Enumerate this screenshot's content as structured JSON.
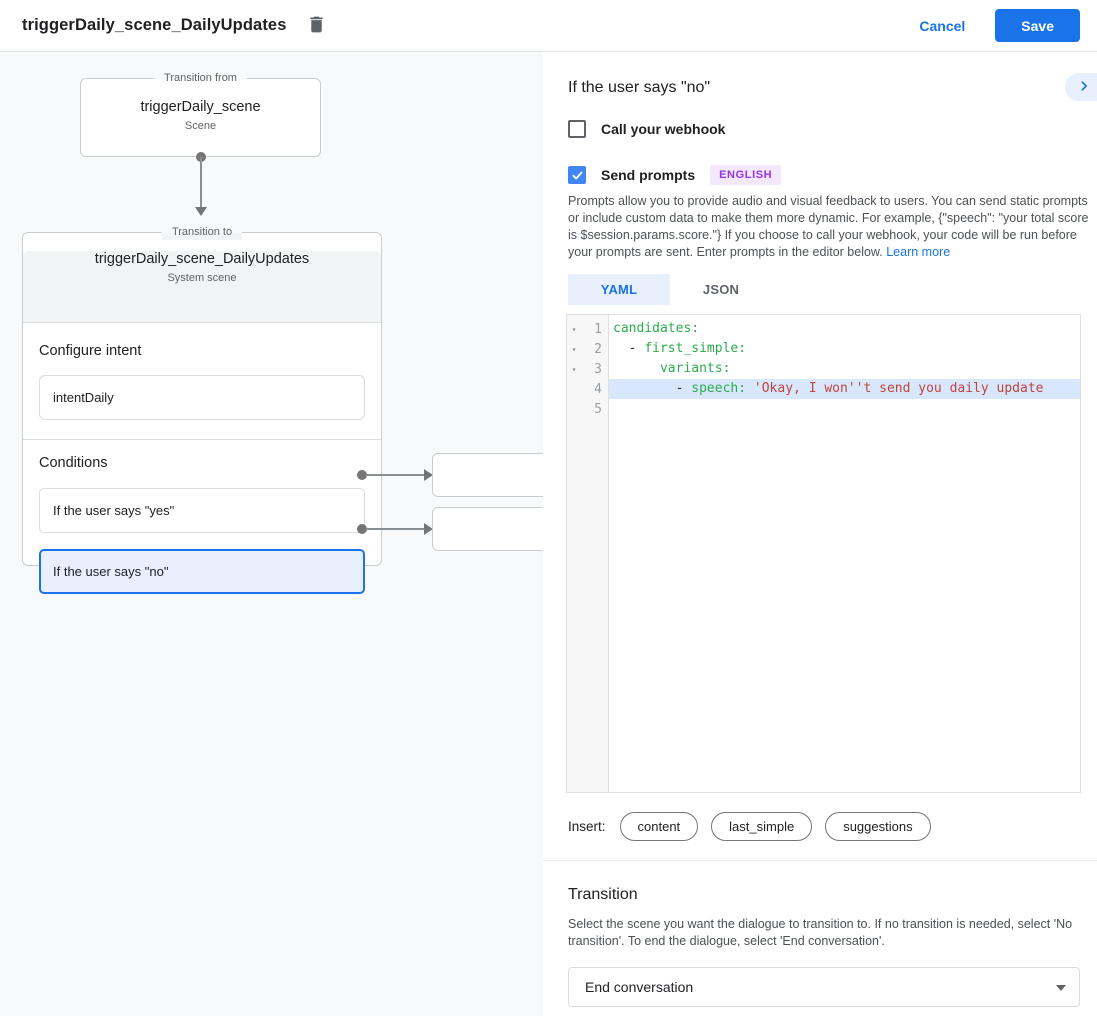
{
  "header": {
    "title": "triggerDaily_scene_DailyUpdates",
    "cancel_label": "Cancel",
    "save_label": "Save"
  },
  "canvas": {
    "transition_from": {
      "legend": "Transition from",
      "title": "triggerDaily_scene",
      "subtitle": "Scene"
    },
    "transition_to": {
      "legend": "Transition to",
      "title": "triggerDaily_scene_DailyUpdates",
      "subtitle": "System scene",
      "configure_intent_label": "Configure intent",
      "intent_value": "intentDaily",
      "conditions_label": "Conditions",
      "conditions": [
        {
          "label": "If the user says \"yes\"",
          "selected": false
        },
        {
          "label": "If the user says \"no\"",
          "selected": true
        }
      ]
    }
  },
  "panel": {
    "title": "If the user says \"no\"",
    "webhook_label": "Call your webhook",
    "prompts_label": "Send prompts",
    "language_badge": "ENGLISH",
    "description": "Prompts allow you to provide audio and visual feedback to users. You can send static prompts or include custom data to make them more dynamic. For example, {\"speech\": \"your total score is $session.params.score.\"} If you choose to call your webhook, your code will be run before your prompts are sent. Enter prompts in the editor below. ",
    "learn_more_label": "Learn more",
    "tabs": [
      {
        "label": "YAML",
        "active": true
      },
      {
        "label": "JSON",
        "active": false
      }
    ],
    "code": {
      "lines": [
        {
          "n": "1",
          "fold": true,
          "highlight": false,
          "segments": [
            {
              "t": "candidates:",
              "c": "key"
            }
          ]
        },
        {
          "n": "2",
          "fold": true,
          "highlight": false,
          "segments": [
            {
              "t": "  - ",
              "c": "plain"
            },
            {
              "t": "first_simple:",
              "c": "key"
            }
          ]
        },
        {
          "n": "3",
          "fold": true,
          "highlight": false,
          "segments": [
            {
              "t": "      ",
              "c": "plain"
            },
            {
              "t": "variants:",
              "c": "key"
            }
          ]
        },
        {
          "n": "4",
          "fold": false,
          "highlight": true,
          "segments": [
            {
              "t": "        - ",
              "c": "plain"
            },
            {
              "t": "speech:",
              "c": "key"
            },
            {
              "t": " ",
              "c": "plain"
            },
            {
              "t": "'Okay, I won''t send you daily update",
              "c": "str"
            }
          ]
        },
        {
          "n": "5",
          "fold": false,
          "highlight": false,
          "segments": []
        }
      ]
    },
    "insert_label": "Insert:",
    "insert_chips": [
      "content",
      "last_simple",
      "suggestions"
    ],
    "transition": {
      "title": "Transition",
      "description": "Select the scene you want the dialogue to transition to. If no transition is needed, select 'No transition'. To end the dialogue, select 'End conversation'.",
      "dropdown_value": "End conversation"
    }
  },
  "colors": {
    "accent_blue": "#1a73e8",
    "checkbox_blue": "#4285f4",
    "selected_row_bg": "#e8f0fe",
    "badge_bg": "#f3e8fd",
    "badge_text": "#9334e6",
    "code_key_green": "#2bac4e",
    "code_string_red": "#c0443e",
    "code_highlight": "#d8e7fb",
    "canvas_bg": "#f8f9fa"
  }
}
